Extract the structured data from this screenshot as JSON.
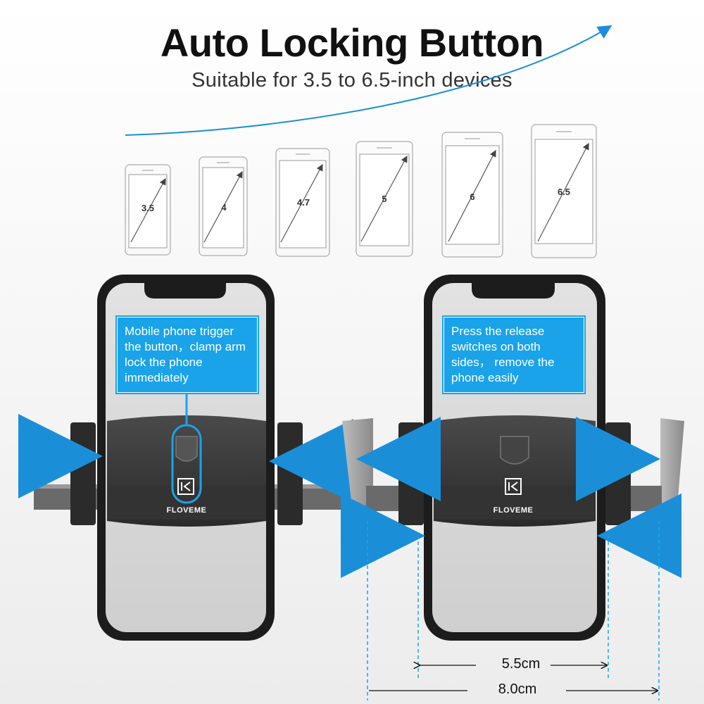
{
  "header": {
    "title": "Auto Locking Button",
    "subtitle": "Suitable for 3.5 to 6.5-inch devices"
  },
  "device_sizes": [
    "3.5",
    "4",
    "4.7",
    "5",
    "6",
    "6.5"
  ],
  "callouts": {
    "left": "Mobile phone trigger the button，clamp arm lock the phone immediately",
    "right": "Press the release switches on both sides， remove the phone easily"
  },
  "brand": "FLOVEME",
  "dimensions": {
    "inner": "5.5cm",
    "outer": "8.0cm"
  },
  "colors": {
    "accent": "#1aa3e8",
    "phone_frame": "#1c1c1c",
    "holder": "#3a3a3a",
    "arm_gray": "#9a9a9a"
  },
  "icons": [
    "phone-outline-icon",
    "diagonal-arrow-icon",
    "shield-button-icon",
    "floveme-logo-icon",
    "blue-arrow-icon"
  ]
}
